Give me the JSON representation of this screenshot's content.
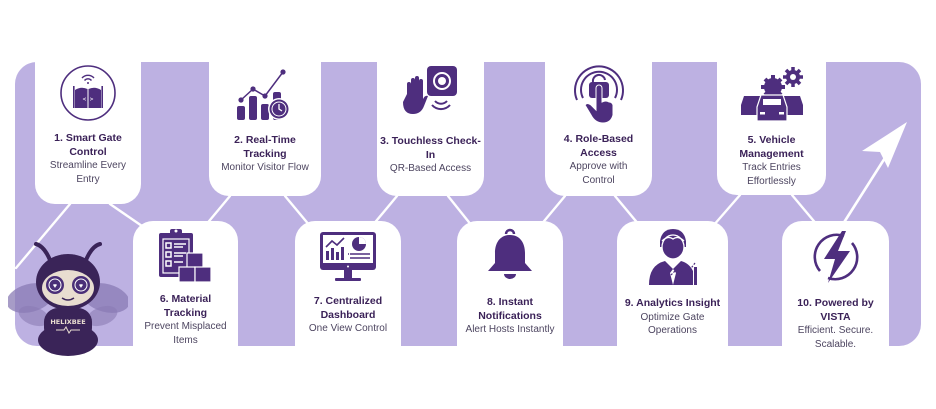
{
  "colors": {
    "background": "#FFFFFF",
    "panel": "#BDB1E2",
    "card": "#FFFFFF",
    "icon": "#4E2E7E",
    "title_text": "#3B2258",
    "subtitle_text": "#4D4560",
    "connector": "#FFFFFF"
  },
  "mascot": {
    "label": "HELIXBEE",
    "icon": "bee-mascot-icon"
  },
  "steps": [
    {
      "number": "1",
      "title": "1. Smart Gate Control",
      "title_lines": [
        "1. Smart Gate",
        "Control"
      ],
      "subtitle_lines": [
        "Streamline Every",
        "Entry"
      ],
      "icon": "smart-gate-icon",
      "row": "top"
    },
    {
      "number": "2",
      "title": "2. Real-Time Tracking",
      "title_lines": [
        "2. Real-Time",
        "Tracking"
      ],
      "subtitle_lines": [
        "Monitor Visitor Flow"
      ],
      "icon": "chart-clock-icon",
      "row": "top"
    },
    {
      "number": "3",
      "title": "3. Touchless Check-In",
      "title_lines": [
        "3. Touchless Check-",
        "In"
      ],
      "subtitle_lines": [
        "QR-Based Access"
      ],
      "icon": "touchless-hand-icon",
      "row": "top"
    },
    {
      "number": "4",
      "title": "4. Role-Based Access",
      "title_lines": [
        "4. Role-Based",
        "Access"
      ],
      "subtitle_lines": [
        "Approve with",
        "Control"
      ],
      "icon": "finger-lock-icon",
      "row": "top"
    },
    {
      "number": "5",
      "title": "5. Vehicle Management",
      "title_lines": [
        "5. Vehicle",
        "Management"
      ],
      "subtitle_lines": [
        "Track Entries",
        "Effortlessly"
      ],
      "icon": "cars-gears-icon",
      "row": "top"
    },
    {
      "number": "6",
      "title": "6. Material Tracking",
      "title_lines": [
        "6. Material",
        "Tracking"
      ],
      "subtitle_lines": [
        "Prevent Misplaced",
        "Items"
      ],
      "icon": "clipboard-boxes-icon",
      "row": "bottom"
    },
    {
      "number": "7",
      "title": "7. Centralized Dashboard",
      "title_lines": [
        "7. Centralized",
        "Dashboard"
      ],
      "subtitle_lines": [
        "One View Control"
      ],
      "icon": "monitor-dashboard-icon",
      "row": "bottom"
    },
    {
      "number": "8",
      "title": "8. Instant Notifications",
      "title_lines": [
        "8. Instant",
        "Notifications"
      ],
      "subtitle_lines": [
        "Alert Hosts Instantly"
      ],
      "icon": "bell-icon",
      "row": "bottom"
    },
    {
      "number": "9",
      "title": "9. Analytics Insight",
      "title_lines": [
        "9. Analytics Insight"
      ],
      "subtitle_lines": [
        "Optimize Gate",
        "Operations"
      ],
      "icon": "analyst-person-icon",
      "row": "bottom"
    },
    {
      "number": "10",
      "title": "10. Powered by VISTA",
      "title_lines": [
        "10. Powered by",
        "VISTA"
      ],
      "subtitle_lines": [
        "Efficient. Secure.",
        "Scalable."
      ],
      "icon": "lightning-bolt-icon",
      "row": "bottom"
    }
  ],
  "end_arrow": {
    "icon": "arrow-up-right-icon"
  }
}
